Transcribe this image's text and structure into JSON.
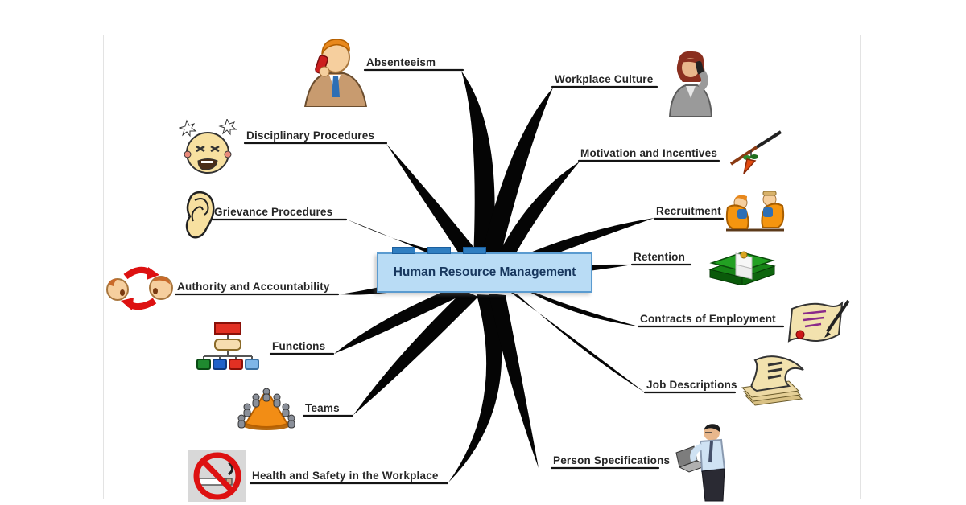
{
  "center": {
    "label": "Human Resource Management"
  },
  "branches": {
    "left": [
      {
        "label": "Absenteeism",
        "icon": "man-on-phone-icon"
      },
      {
        "label": "Disciplinary Procedures",
        "icon": "angry-face-icon"
      },
      {
        "label": "Grievance Procedures",
        "icon": "ear-icon"
      },
      {
        "label": "Authority and Accountability",
        "icon": "arguing-people-icon"
      },
      {
        "label": "Functions",
        "icon": "org-chart-icon"
      },
      {
        "label": "Teams",
        "icon": "team-meeting-icon"
      },
      {
        "label": "Health and Safety in the Workplace",
        "icon": "no-smoking-icon"
      }
    ],
    "right": [
      {
        "label": "Workplace Culture",
        "icon": "woman-on-phone-icon"
      },
      {
        "label": "Motivation and Incentives",
        "icon": "carrot-on-stick-icon"
      },
      {
        "label": "Recruitment",
        "icon": "interview-icon"
      },
      {
        "label": "Retention",
        "icon": "money-stack-icon"
      },
      {
        "label": "Contracts of Employment",
        "icon": "signed-document-icon"
      },
      {
        "label": "Job Descriptions",
        "icon": "paper-stack-icon"
      },
      {
        "label": "Person Specifications",
        "icon": "man-with-laptop-icon"
      }
    ]
  },
  "colors": {
    "center_box_fill": "#b9dcf5",
    "center_box_border": "#5a9bd0",
    "center_text": "#17375e",
    "branch": "#050505",
    "label_text": "#262626",
    "selection_dash": "#2f7ec1"
  }
}
